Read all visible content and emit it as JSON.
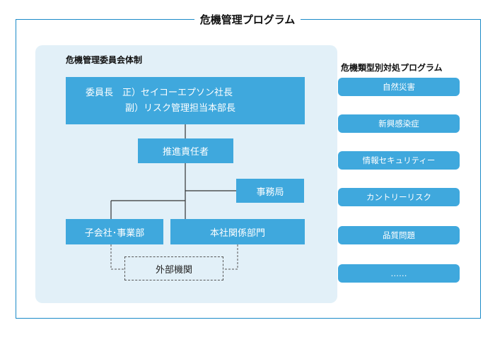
{
  "title": "危機管理プログラム",
  "committee": {
    "title": "危機管理委員会体制",
    "chair_line1": "委員長　正）セイコーエプソン社長",
    "chair_line2": "副）リスク管理担当本部長",
    "promoter": "推進責任者",
    "office": "事務局",
    "subsidiaries": "子会社･事業部",
    "hq_departments": "本社関係部門",
    "external": "外部機関"
  },
  "programs": {
    "title": "危機類型別対処プログラム",
    "items": [
      "自然災害",
      "新興感染症",
      "情報セキュリティー",
      "カントリーリスク",
      "品質問題",
      "……"
    ]
  },
  "colors": {
    "accent": "#3fa8dd",
    "frame": "#1a8ac8",
    "panel": "#e2f0f8"
  }
}
